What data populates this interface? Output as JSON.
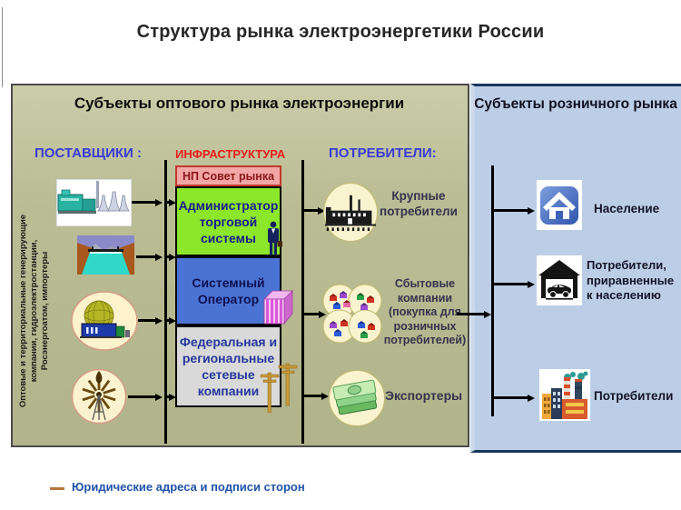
{
  "title": "Структура рынка электроэнергетики России",
  "colors": {
    "accent_blue": "#3a3ad6",
    "accent_red": "#e81c1c",
    "wholesale_bg": "#b9bb93",
    "retail_bg": "#bccee6",
    "retail_border": "#17375e",
    "footer_text": "#1f53a8",
    "footer_dash": "#b5763c"
  },
  "wholesale": {
    "title": "Субъекты оптового рынка электроэнергии",
    "col_suppliers": "ПОСТАВЩИКИ :",
    "col_infrastructure": "ИНФРАСТРУКТУРА",
    "col_consumers": "ПОТРЕБИТЕЛИ:",
    "suppliers_note_lines": [
      "Оптовые и территориальные генерирующие",
      "компании, гидроэлектростанции,",
      "Росэнергоатом, импортеры"
    ],
    "suppliers": [
      {
        "icon": "thermal-power-plant-icon"
      },
      {
        "icon": "hydro-dam-icon"
      },
      {
        "icon": "nuclear-plant-icon"
      },
      {
        "icon": "windmill-icon"
      }
    ],
    "infrastructure": [
      {
        "label": "НП Совет рынка",
        "bg": "#f2a6a6",
        "fg": "#8a1515"
      },
      {
        "label": "Администратор торговой системы",
        "bg": "#8ce62a",
        "fg": "#1b1b8f"
      },
      {
        "label": "Системный Оператор",
        "bg": "#4a73d4",
        "fg": "#10104f"
      },
      {
        "label": "Федеральная и региональные сетевые компании",
        "bg": "#d9d9d9",
        "fg": "#25379b"
      }
    ],
    "consumers": [
      {
        "label": "Крупные потребители",
        "icon": "factory-icon"
      },
      {
        "label": "Сбытовые компании (покупка для розничных потребителей)",
        "icon": "houses-cluster-icon"
      },
      {
        "label": "Экспортеры",
        "icon": "money-stack-icon"
      }
    ]
  },
  "retail": {
    "title": "Субъекты розничного рынка",
    "items": [
      {
        "label": "Население",
        "icon": "house-icon"
      },
      {
        "label": "Потребители, приравненные к населению",
        "icon": "garage-car-icon"
      },
      {
        "label": "Потребители",
        "icon": "color-factory-icon"
      }
    ]
  },
  "footer": {
    "note": "Юридические адреса и подписи сторон"
  }
}
